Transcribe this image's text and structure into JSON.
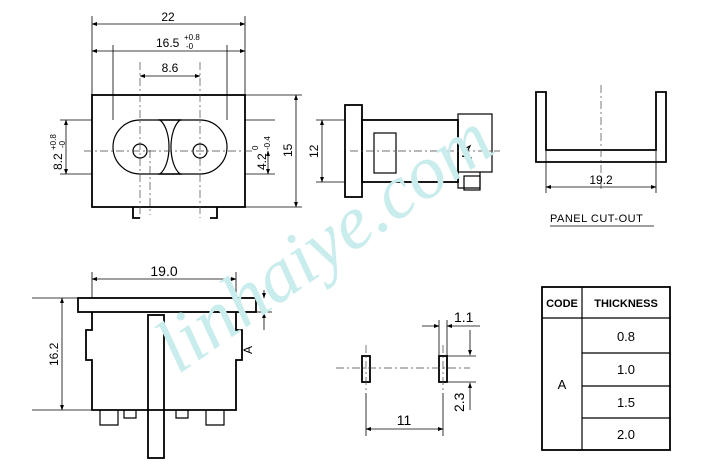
{
  "watermark": "linhaiye.com",
  "front_view": {
    "dim_total_width": "22",
    "dim_hole_width": "16.5",
    "dim_hole_width_tol_plus": "+0.8",
    "dim_hole_width_tol_minus": "-0",
    "dim_pin_spacing": "8.6",
    "dim_left_height": "8.2",
    "dim_left_height_tol_plus": "+0.8",
    "dim_left_height_tol_minus": "-0",
    "dim_right_inner": "4.2",
    "dim_right_inner_tol_plus": "0",
    "dim_right_inner_tol_minus": "-0.4",
    "dim_right_outer": "15"
  },
  "side_view": {
    "dim_height": "12"
  },
  "panel_cutout": {
    "dim_width": "19.2",
    "label": "PANEL CUT-OUT"
  },
  "bottom_view": {
    "dim_width": "19.0",
    "dim_height": "16.2",
    "label_a": "A"
  },
  "pin_detail": {
    "dim_pin_thickness": "1.1",
    "dim_pin_length": "2.3",
    "dim_pin_spacing": "11"
  },
  "thickness_table": {
    "header_code": "CODE",
    "header_thickness": "THICKNESS",
    "code": "A",
    "values": [
      "0.8",
      "1.0",
      "1.5",
      "2.0"
    ]
  }
}
